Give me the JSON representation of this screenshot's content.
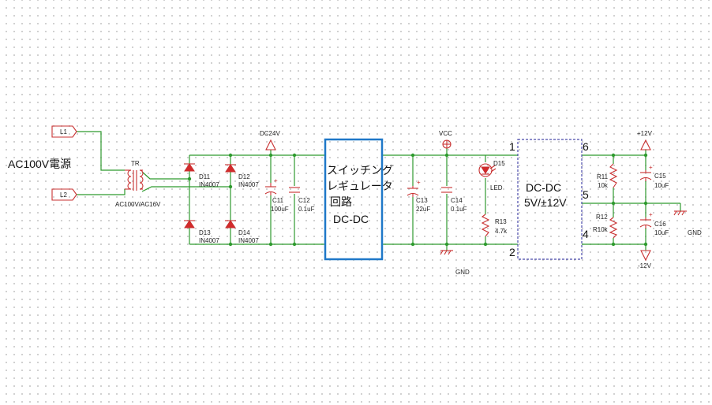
{
  "power_label": "AC100V電源",
  "terminals": {
    "l1": "L1",
    "l2": "L2"
  },
  "transformer": {
    "ref": "TR",
    "value": "AC100V/AC16V"
  },
  "diodes": [
    {
      "ref": "D11",
      "value": "IN4007"
    },
    {
      "ref": "D12",
      "value": "IN4007"
    },
    {
      "ref": "D13",
      "value": "IN4007"
    },
    {
      "ref": "D14",
      "value": "IN4007"
    }
  ],
  "net_labels": {
    "dc24v": "DC24V",
    "vcc": "VCC",
    "gnd_mid": "GND",
    "plus12v": "+12V",
    "minus12v": "-12V",
    "gnd_right": "GND"
  },
  "capacitors": {
    "c11": {
      "ref": "C11",
      "value": "100uF"
    },
    "c12": {
      "ref": "C12",
      "value": "0.1uF"
    },
    "c13": {
      "ref": "C13",
      "value": "22uF"
    },
    "c14": {
      "ref": "C14",
      "value": "0.1uF"
    },
    "c15": {
      "ref": "C15",
      "value": "10uF"
    },
    "c16": {
      "ref": "C16",
      "value": "10uF"
    }
  },
  "switching_block": {
    "line1": "スイッチング",
    "line2": "レギュレータ",
    "line3": "回路",
    "line4": "DC-DC"
  },
  "led": {
    "ref": "D15",
    "value": "LED"
  },
  "r13": {
    "ref": "R13",
    "value": "4.7k"
  },
  "dcdc_block": {
    "line1": "DC-DC",
    "line2": "5V/±12V",
    "pins": {
      "p1": "1",
      "p2": "2",
      "p6": "6",
      "p5": "5",
      "p4": "4"
    }
  },
  "r11": {
    "ref": "R11",
    "value": "10k"
  },
  "r12": {
    "ref": "R12",
    "value": "R10k"
  }
}
